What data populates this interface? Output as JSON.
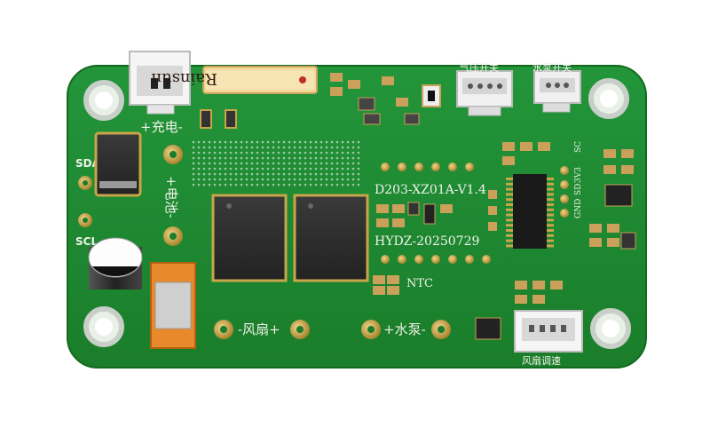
{
  "board": {
    "brand_label": "Rainsun",
    "model_label": "D203-XZ01A-V1.4",
    "code_label": "HYDZ-20250729",
    "ntc_label": "NTC",
    "sda_label": "SDA",
    "scl_label": "SCL",
    "charge_label": "+充电-",
    "battery_label": "+电池-",
    "fan_label": "-风扇+",
    "pump_label": "+水泵-",
    "fan_speed_label": "风扇调速",
    "connector_label_1": "气压开关",
    "connector_label_2": "水泵开关",
    "pin_labels": [
      "SC",
      "3V3",
      "SD",
      "GND"
    ]
  },
  "colors": {
    "pcb": "#1f8a2e",
    "pcb_dark": "#157022",
    "silkscreen": "#f2f2ea",
    "gold": "#c9a54a",
    "chip": "#2a2a2a"
  }
}
